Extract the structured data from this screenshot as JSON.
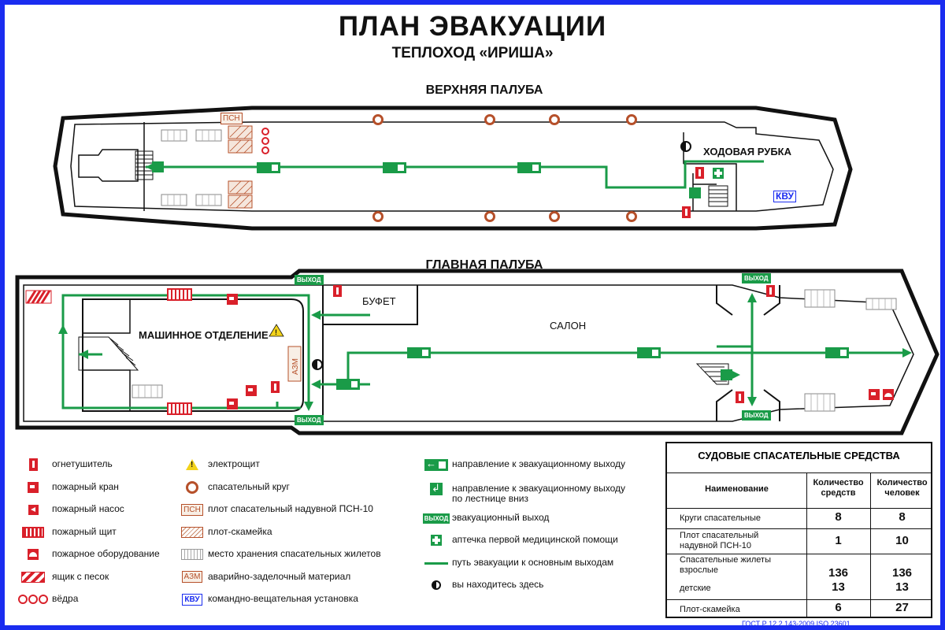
{
  "header": {
    "title": "ПЛАН ЭВАКУАЦИИ",
    "subtitle": "ТЕПЛОХОД «ИРИША»"
  },
  "upper_deck": {
    "title": "ВЕРХНЯЯ ПАЛУБА",
    "wheelhouse": "ХОДОВАЯ РУБКА",
    "raft_label": "ПСН",
    "kvu_label": "КВУ"
  },
  "main_deck": {
    "title": "ГЛАВНАЯ ПАЛУБА",
    "engine_room": "МАШИННОЕ ОТДЕЛЕНИЕ",
    "buffet": "БУФЕТ",
    "salon": "САЛОН",
    "azm_label": "АЗМ",
    "exit_label": "ВЫХОД"
  },
  "legend_col1": [
    {
      "icon": "extinguisher-icon",
      "label": "огнетушитель"
    },
    {
      "icon": "fire-hydrant-icon",
      "label": "пожарный кран"
    },
    {
      "icon": "fire-pump-icon",
      "label": "пожарный насос"
    },
    {
      "icon": "fire-shield-icon",
      "label": "пожарный щит"
    },
    {
      "icon": "fire-equipment-icon",
      "label": "пожарное оборудование"
    },
    {
      "icon": "sand-box-icon",
      "label": "ящик с песок"
    },
    {
      "icon": "buckets-icon",
      "label": "вёдра"
    }
  ],
  "legend_col2": [
    {
      "icon": "electrical-panel-icon",
      "label": "электрощит"
    },
    {
      "icon": "life-ring-icon",
      "label": "спасательный круг"
    },
    {
      "icon": "raft-icon",
      "label": "плот спасательный надувной ПСН-10",
      "box": "ПСН"
    },
    {
      "icon": "bench-raft-icon",
      "label": "плот-скамейка"
    },
    {
      "icon": "vest-storage-icon",
      "label": "место хранения спасательных жилетов"
    },
    {
      "icon": "emergency-material-icon",
      "label": "аварийно-заделочный материал",
      "box": "АЗМ"
    },
    {
      "icon": "command-broadcast-icon",
      "label": "командно-вещательная установка",
      "box": "КВУ"
    }
  ],
  "legend_col3": [
    {
      "icon": "exit-direction-icon",
      "label": "направление к эвакуационному выходу"
    },
    {
      "icon": "stairs-down-direction-icon",
      "label": "направление к эвакуационному выходу",
      "label2": "по лестнице вниз"
    },
    {
      "icon": "emergency-exit-icon",
      "label": "эвакуационный выход",
      "box": "ВЫХОД"
    },
    {
      "icon": "first-aid-icon",
      "label": "аптечка первой медицинской помощи"
    },
    {
      "icon": "evacuation-path-icon",
      "label": "путь эвакуации к основным выходам"
    },
    {
      "icon": "you-are-here-icon",
      "label": "вы находитесь здесь"
    }
  ],
  "table": {
    "caption": "СУДОВЫЕ СПАСАТЕЛЬНЫЕ СРЕДСТВА",
    "headers": {
      "name": "Наименование",
      "qty_line1": "Количество",
      "qty_line2": "средств",
      "people_line1": "Количество",
      "people_line2": "человек"
    },
    "rows": [
      {
        "name": "Круги спасательные",
        "qty": "8",
        "people": "8"
      },
      {
        "name": "Плот спасательный",
        "name2": "надувной ПСН-10",
        "qty": "1",
        "people": "10"
      },
      {
        "name": "Спасательные жилеты",
        "name2": "взрослые",
        "name3": "детские",
        "qty": "136",
        "qty2": "13",
        "people": "136",
        "people2": "13"
      },
      {
        "name": "Плот-скамейка",
        "qty": "6",
        "people": "27"
      }
    ]
  },
  "footer": "ГОСТ Р 12.2.143-2009  ISO 23601",
  "colors": {
    "frame": "#1a2cf0",
    "path": "#1a9b48",
    "fire": "#d9202a",
    "ring": "#b6502a"
  }
}
